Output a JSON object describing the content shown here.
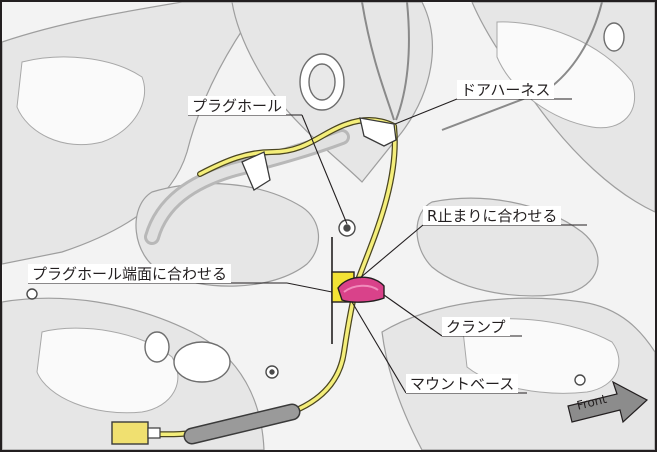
{
  "callouts": {
    "plug_hole": "プラグホール",
    "door_harness": "ドアハーネス",
    "align_r_stop": "R止まりに合わせる",
    "align_plug_hole_edge": "プラグホール端面に合わせる",
    "clamp": "クランプ",
    "mount_base": "マウントベース"
  },
  "direction": {
    "front": "Front"
  },
  "colors": {
    "harness": "#f4ee7a",
    "clamp": "#d9428a",
    "mount_base": "#f2e235",
    "connector": "#f0e070",
    "tape": "#9a9a9a",
    "panel": "#e9e9e9",
    "outline": "#231f20"
  }
}
